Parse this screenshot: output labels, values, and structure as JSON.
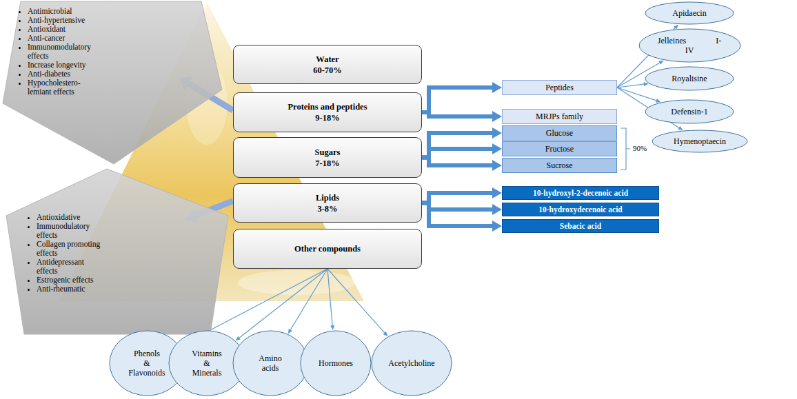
{
  "diagram": {
    "nodes": [
      {
        "text": [
          "Water",
          "60-70%"
        ]
      },
      {
        "text": [
          "Proteins and peptides",
          "9-18%"
        ]
      },
      {
        "text": [
          "Sugars",
          "7-18%"
        ]
      },
      {
        "text": [
          "Lipids",
          "3-8%"
        ]
      },
      {
        "text": [
          "Other compounds"
        ]
      },
      {
        "text": [
          "Antimicrobial",
          "Anti-hypertensive",
          "Antioxidant",
          "Anti-cancer",
          "Immunomodulatory effects",
          "Increase longevity",
          "Anti-diabetes",
          "Hypocholestero- lemiant effects"
        ]
      },
      {
        "text": [
          "Antioxidative",
          "Immunodulatory effects",
          "Collagen promoting effects",
          "Antidepressant effects",
          "Estrogenic effects",
          "Anti-rheumatic"
        ]
      },
      {
        "text": [
          "Peptides"
        ]
      },
      {
        "text": [
          "MRJPs family"
        ]
      },
      {
        "text": [
          "Glucose"
        ]
      },
      {
        "text": [
          "Fructose"
        ]
      },
      {
        "text": [
          "Sucrose"
        ]
      },
      {
        "text": [
          "10-hydroxyl-2-decenoic acid"
        ]
      },
      {
        "text": [
          "10-hydroxydecenoic acid"
        ]
      },
      {
        "text": [
          "Sebacic acid"
        ]
      },
      {
        "text": [
          "Apidaecin"
        ]
      },
      {
        "text": [
          "Jelleines I-IV"
        ]
      },
      {
        "text": [
          "Royalisine"
        ]
      },
      {
        "text": [
          "Defensin-1"
        ]
      },
      {
        "text": [
          "Hymenoptaecin"
        ]
      },
      {
        "text": [
          "Phenols & Flavonoids"
        ]
      },
      {
        "text": [
          "Vitamins & Minerals"
        ]
      },
      {
        "text": [
          "Amino acids"
        ]
      },
      {
        "text": [
          "Hormones"
        ]
      },
      {
        "text": [
          "Acetylcholine"
        ]
      }
    ],
    "edges": [
      {
        "from": 1,
        "to": 5,
        "arrow": "to"
      },
      {
        "from": 3,
        "to": 6,
        "arrow": "to"
      },
      {
        "from": 1,
        "to": 7,
        "arrow": "to"
      },
      {
        "from": 1,
        "to": 8,
        "arrow": "to"
      },
      {
        "from": 2,
        "to": 9,
        "arrow": "to"
      },
      {
        "from": 2,
        "to": 10,
        "arrow": "to"
      },
      {
        "from": 2,
        "to": 11,
        "arrow": "to"
      },
      {
        "from": 3,
        "to": 12,
        "arrow": "to"
      },
      {
        "from": 3,
        "to": 13,
        "arrow": "to"
      },
      {
        "from": 3,
        "to": 14,
        "arrow": "to"
      },
      {
        "from": 7,
        "to": 15,
        "arrow": "to"
      },
      {
        "from": 7,
        "to": 16,
        "arrow": "to"
      },
      {
        "from": 7,
        "to": 17,
        "arrow": "to"
      },
      {
        "from": 7,
        "to": 18,
        "arrow": "to"
      },
      {
        "from": 7,
        "to": 19,
        "arrow": "to"
      },
      {
        "from": 4,
        "to": 20,
        "arrow": "to"
      },
      {
        "from": 4,
        "to": 21,
        "arrow": "to"
      },
      {
        "from": 4,
        "to": 22,
        "arrow": "to"
      },
      {
        "from": 4,
        "to": 23,
        "arrow": "to"
      },
      {
        "from": 4,
        "to": 24,
        "arrow": "to"
      }
    ],
    "labels": [
      "90%"
    ]
  }
}
